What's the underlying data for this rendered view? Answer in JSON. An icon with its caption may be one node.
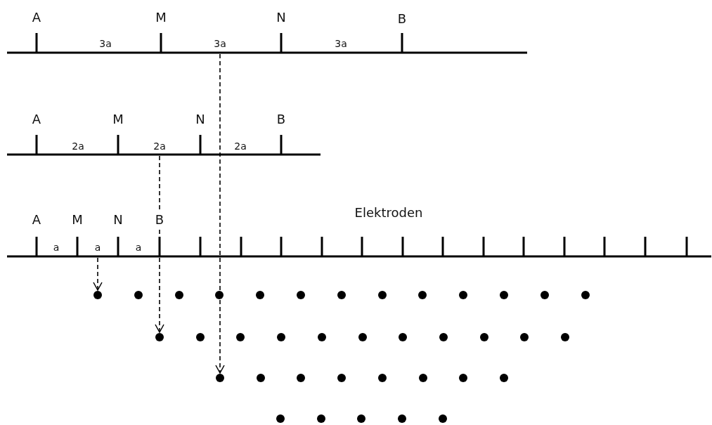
{
  "diagram": {
    "nodes": [
      {
        "text": [],
        "shape": "circle"
      },
      {
        "text": [],
        "shape": "circle"
      },
      {
        "text": [],
        "shape": "circle"
      },
      {
        "text": [],
        "shape": "circle"
      },
      {
        "text": [],
        "shape": "circle"
      },
      {
        "text": [],
        "shape": "circle"
      },
      {
        "text": [],
        "shape": "circle"
      },
      {
        "text": [],
        "shape": "circle"
      },
      {
        "text": [],
        "shape": "circle"
      },
      {
        "text": [],
        "shape": "circle"
      },
      {
        "text": [],
        "shape": "circle"
      },
      {
        "text": [],
        "shape": "circle"
      },
      {
        "text": [],
        "shape": "circle"
      },
      {
        "text": [],
        "shape": "circle"
      },
      {
        "text": [],
        "shape": "circle"
      },
      {
        "text": [],
        "shape": "circle"
      },
      {
        "text": [],
        "shape": "circle"
      },
      {
        "text": [],
        "shape": "circle"
      },
      {
        "text": [],
        "shape": "circle"
      },
      {
        "text": [],
        "shape": "circle"
      },
      {
        "text": [],
        "shape": "circle"
      },
      {
        "text": [],
        "shape": "circle"
      },
      {
        "text": [],
        "shape": "circle"
      },
      {
        "text": [],
        "shape": "circle"
      },
      {
        "text": [],
        "shape": "circle"
      },
      {
        "text": [],
        "shape": "circle"
      },
      {
        "text": [],
        "shape": "circle"
      },
      {
        "text": [],
        "shape": "circle"
      },
      {
        "text": [],
        "shape": "circle"
      },
      {
        "text": [],
        "shape": "circle"
      },
      {
        "text": [],
        "shape": "circle"
      },
      {
        "text": [],
        "shape": "circle"
      },
      {
        "text": [],
        "shape": "circle"
      },
      {
        "text": [],
        "shape": "circle"
      },
      {
        "text": [],
        "shape": "circle"
      },
      {
        "text": [],
        "shape": "circle"
      },
      {
        "text": [],
        "shape": "circle"
      }
    ],
    "edges": [
      {
        "from": null,
        "to": 24,
        "arrow": "to",
        "style": "dashed"
      },
      {
        "from": null,
        "to": 13,
        "arrow": "to",
        "style": "dashed"
      },
      {
        "from": null,
        "to": 0,
        "arrow": "to",
        "style": "dashed"
      }
    ],
    "labels": [
      "A",
      "M",
      "N",
      "B",
      "3a",
      "3a",
      "3a",
      "A",
      "M",
      "N",
      "B",
      "2a",
      "2a",
      "2a",
      "A",
      "M",
      "N",
      "B",
      "Elektroden",
      "a",
      "a",
      "a"
    ]
  }
}
